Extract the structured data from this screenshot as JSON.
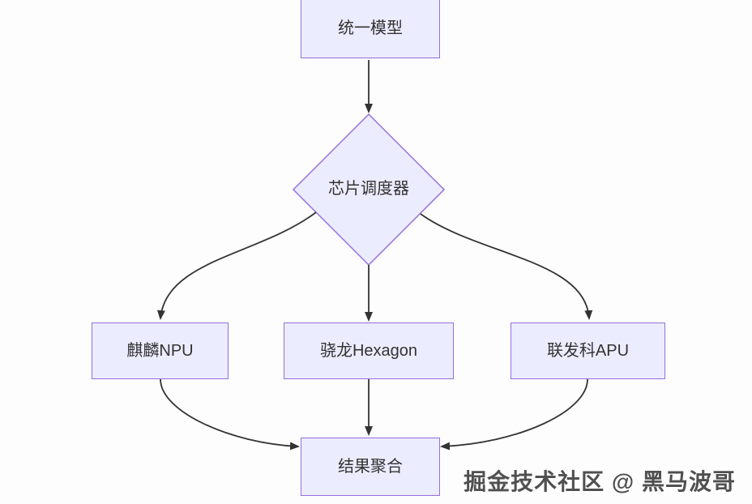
{
  "diagram": {
    "type": "flowchart",
    "nodes": {
      "unified_model": {
        "label": "统一模型",
        "shape": "rectangle"
      },
      "chip_scheduler": {
        "label": "芯片调度器",
        "shape": "diamond"
      },
      "kirin_npu": {
        "label": "麒麟NPU",
        "shape": "rectangle"
      },
      "snapdragon_hexagon": {
        "label": "骁龙Hexagon",
        "shape": "rectangle"
      },
      "mediatek_apu": {
        "label": "联发科APU",
        "shape": "rectangle"
      },
      "result_aggregation": {
        "label": "结果聚合",
        "shape": "rectangle"
      }
    },
    "edges": [
      {
        "from": "统一模型",
        "to": "芯片调度器"
      },
      {
        "from": "芯片调度器",
        "to": "麒麟NPU"
      },
      {
        "from": "芯片调度器",
        "to": "骁龙Hexagon"
      },
      {
        "from": "芯片调度器",
        "to": "联发科APU"
      },
      {
        "from": "麒麟NPU",
        "to": "结果聚合"
      },
      {
        "from": "骁龙Hexagon",
        "to": "结果聚合"
      },
      {
        "from": "联发科APU",
        "to": "结果聚合"
      }
    ],
    "colors": {
      "node_fill": "#ECECFF",
      "node_border": "#9370DB",
      "edge": "#333333",
      "text": "#333333",
      "background": "#FDFDFD"
    }
  },
  "watermark": {
    "text": "掘金技术社区 @ 黑马波哥"
  }
}
